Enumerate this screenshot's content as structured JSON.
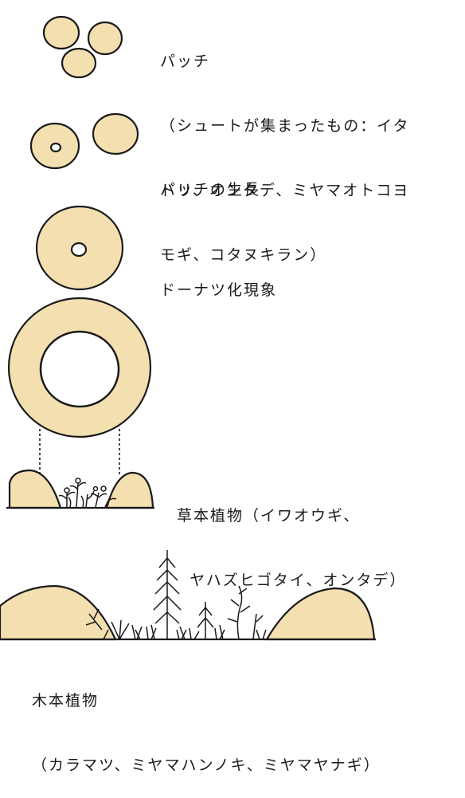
{
  "colors": {
    "patch_fill": "#f3dfb0",
    "outline": "#1a1a1a",
    "background": "#ffffff"
  },
  "stages": [
    {
      "id": "patch",
      "label_lines": [
        "パッチ",
        "（シュートが集まったもの：イタ",
        "ドリ、オンタデ、ミヤマオトコヨ",
        "モギ、コタヌキラン）"
      ]
    },
    {
      "id": "patch-growth",
      "label_lines": [
        "パッチの生長"
      ]
    },
    {
      "id": "donut",
      "label_lines": [
        "ドーナツ化現象"
      ]
    },
    {
      "id": "herbaceous",
      "label_lines": [
        "草本植物（イワオウギ、",
        "  ヤハズヒゴタイ、オンタデ）"
      ]
    },
    {
      "id": "woody",
      "label_lines": [
        "木本植物",
        "（カラマツ、ミヤマハンノキ、ミヤマヤナギ）"
      ]
    }
  ]
}
